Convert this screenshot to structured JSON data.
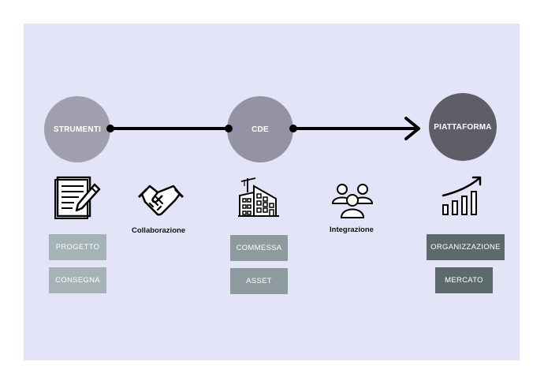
{
  "stages": [
    {
      "label": "STRUMENTI",
      "color": "#a09fae"
    },
    {
      "label": "CDE",
      "color": "#9493a3"
    },
    {
      "label": "PIATTAFORMA",
      "color": "#5f5d67"
    }
  ],
  "transitions": [
    "Collaborazione",
    "Integrazione"
  ],
  "tags": {
    "strumenti": [
      "PROGETTO",
      "CONSEGNA"
    ],
    "cde": [
      "COMMESSA",
      "ASSET"
    ],
    "piattaforma": [
      "ORGANIZZAZIONE",
      "MERCATO"
    ]
  },
  "icons": [
    "document-pen-icon",
    "handshake-icon",
    "building-crane-icon",
    "team-icon",
    "growth-chart-icon"
  ],
  "colors": {
    "background": "#e3e4f7",
    "tag_light": "#a5b2b6",
    "tag_mid": "#8d9a9e",
    "tag_dark": "#5d6a6c",
    "line": "#000000"
  }
}
